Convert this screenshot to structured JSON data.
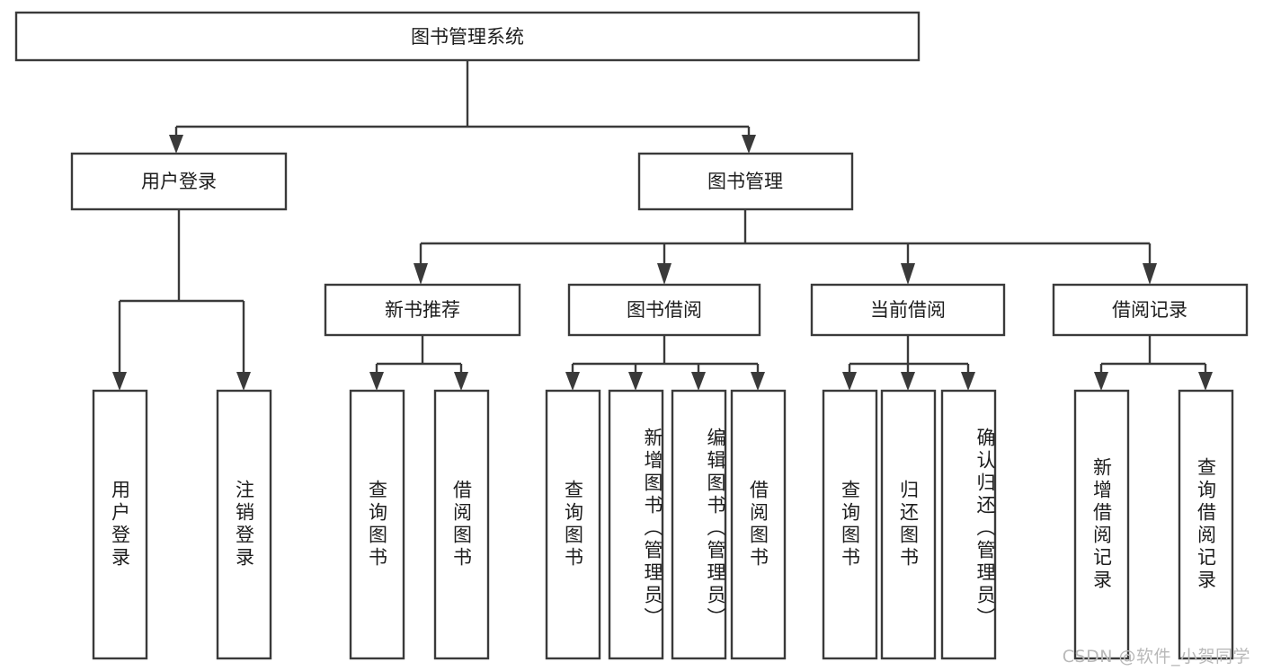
{
  "diagram": {
    "type": "tree",
    "title": "图书管理系统",
    "orientation": "top-down",
    "background_color": "#ffffff",
    "line_color": "#3a3a3a",
    "text_color": "#1d1d1d",
    "root": {
      "id": "root",
      "label": "图书管理系统",
      "text_direction": "horizontal"
    },
    "level2": [
      {
        "id": "user-login",
        "label": "用户登录",
        "text_direction": "horizontal"
      },
      {
        "id": "book-manage",
        "label": "图书管理",
        "text_direction": "horizontal"
      }
    ],
    "level3": [
      {
        "id": "new-book-rec",
        "label": "新书推荐",
        "parent": "book-manage",
        "text_direction": "horizontal"
      },
      {
        "id": "book-borrow",
        "label": "图书借阅",
        "parent": "book-manage",
        "text_direction": "horizontal"
      },
      {
        "id": "current-borrow",
        "label": "当前借阅",
        "parent": "book-manage",
        "text_direction": "horizontal"
      },
      {
        "id": "borrow-record",
        "label": "借阅记录",
        "parent": "book-manage",
        "text_direction": "horizontal"
      }
    ],
    "leaves": [
      {
        "id": "leaf-user-login",
        "label": "用户登录",
        "parent": "user-login",
        "text_direction": "vertical",
        "align": "center"
      },
      {
        "id": "leaf-user-logout",
        "label": "注销登录",
        "parent": "user-login",
        "text_direction": "vertical",
        "align": "center"
      },
      {
        "id": "leaf-query-book-rec",
        "label": "查询图书",
        "parent": "new-book-rec",
        "text_direction": "vertical",
        "align": "center"
      },
      {
        "id": "leaf-borrow-book-rec",
        "label": "借阅图书",
        "parent": "new-book-rec",
        "text_direction": "vertical",
        "align": "center"
      },
      {
        "id": "leaf-query-book-borrow",
        "label": "查询图书",
        "parent": "book-borrow",
        "text_direction": "vertical",
        "align": "center"
      },
      {
        "id": "leaf-add-book",
        "label": "新增图书（管理员）",
        "parent": "book-borrow",
        "text_direction": "vertical",
        "align": "top"
      },
      {
        "id": "leaf-edit-book",
        "label": "编辑图书（管理员）",
        "parent": "book-borrow",
        "text_direction": "vertical",
        "align": "top"
      },
      {
        "id": "leaf-borrow-book",
        "label": "借阅图书",
        "parent": "book-borrow",
        "text_direction": "vertical",
        "align": "center"
      },
      {
        "id": "leaf-query-book-current",
        "label": "查询图书",
        "parent": "current-borrow",
        "text_direction": "vertical",
        "align": "center"
      },
      {
        "id": "leaf-return-book",
        "label": "归还图书",
        "parent": "current-borrow",
        "text_direction": "vertical",
        "align": "center"
      },
      {
        "id": "leaf-confirm-return",
        "label": "确认归还（管理员）",
        "parent": "current-borrow",
        "text_direction": "vertical",
        "align": "top"
      },
      {
        "id": "leaf-add-record",
        "label": "新增借阅记录",
        "parent": "borrow-record",
        "text_direction": "vertical",
        "align": "center"
      },
      {
        "id": "leaf-query-record",
        "label": "查询借阅记录",
        "parent": "borrow-record",
        "text_direction": "vertical",
        "align": "center"
      }
    ]
  },
  "watermark": {
    "text": "CSDN @软件_小贺同学"
  }
}
